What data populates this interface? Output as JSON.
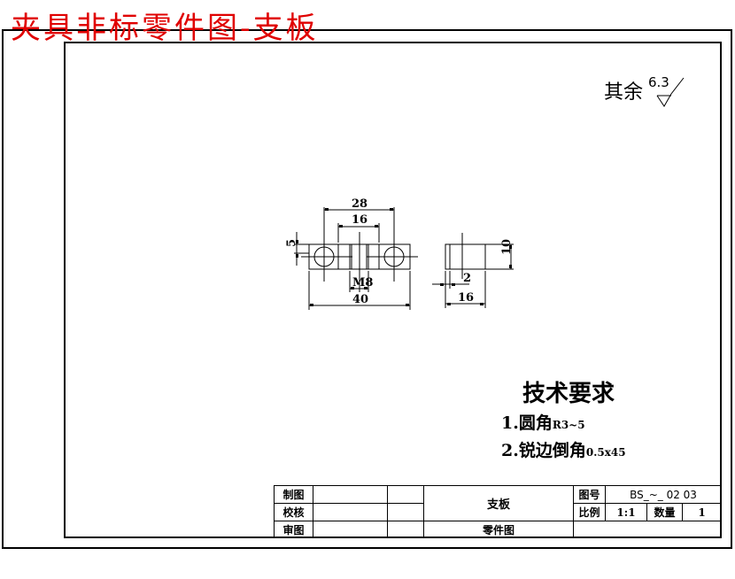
{
  "header": {
    "title": "夹具非标零件图-支板",
    "title_color": "#e00000"
  },
  "surface_finish": {
    "label": "其余",
    "value": "6.3"
  },
  "drawing": {
    "front_view": {
      "dim_top_outer": "28",
      "dim_top_inner": "16",
      "dim_left": "5",
      "dim_thread": "M8",
      "dim_bottom": "40"
    },
    "side_view": {
      "dim_height": "10",
      "dim_small": "2",
      "dim_width": "16"
    }
  },
  "technical_requirements": {
    "title": "技术要求",
    "items": [
      {
        "num": "1.",
        "text": "圆角",
        "spec": "R3~5"
      },
      {
        "num": "2.",
        "text": "锐边倒角",
        "spec": "0.5x45"
      }
    ]
  },
  "title_block": {
    "rows": [
      {
        "label": "制图",
        "value1": "",
        "value2": ""
      },
      {
        "label": "校核",
        "value1": "",
        "value2": ""
      },
      {
        "label": "审图",
        "value1": "",
        "value2": ""
      }
    ],
    "part_name": "支板",
    "drawing_type": "零件图",
    "drawing_no_label": "图号",
    "drawing_no": "BS_~_ 02 03",
    "scale_label": "比例",
    "scale": "1:1",
    "qty_label": "数量",
    "qty": "1"
  }
}
